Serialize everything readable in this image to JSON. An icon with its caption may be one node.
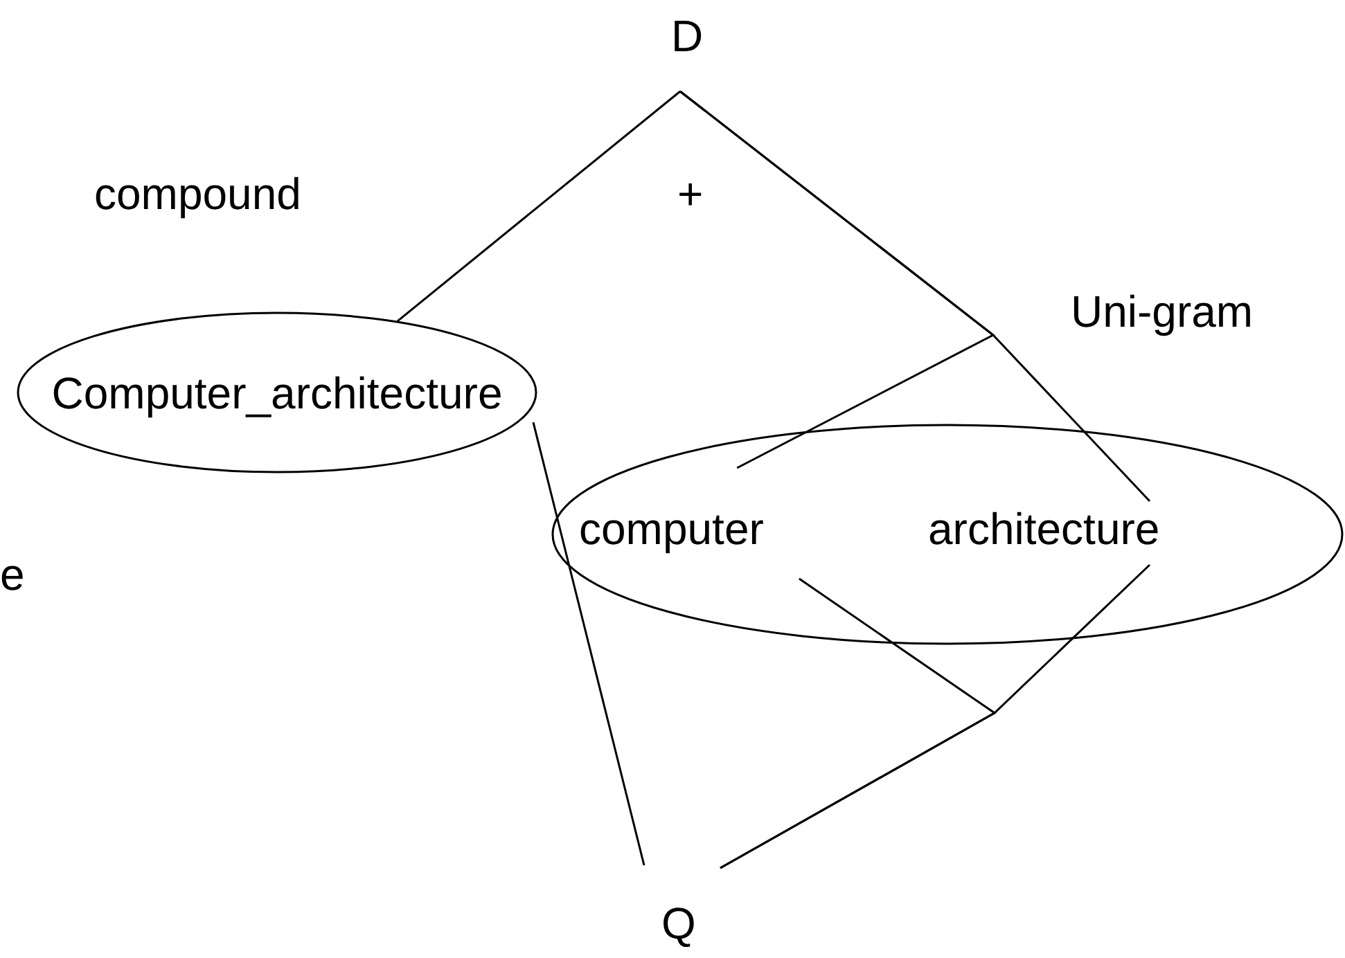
{
  "diagram": {
    "nodes": [
      {
        "text": [
          "D"
        ]
      },
      {
        "text": [
          "Computer_architecture"
        ]
      },
      {
        "text": [],
        "shape": "ellipse"
      },
      {
        "text": [
          "computer"
        ],
        "in": 2
      },
      {
        "text": [
          "architecture"
        ],
        "in": 2
      },
      {
        "text": [
          "Q"
        ]
      }
    ],
    "edges": [
      {
        "from": 0,
        "to": 1,
        "arrow": "none"
      },
      {
        "from": 0,
        "to": 3,
        "arrow": "none"
      },
      {
        "from": 0,
        "to": 4,
        "arrow": "none"
      },
      {
        "from": 1,
        "to": 5,
        "arrow": "none"
      },
      {
        "from": 3,
        "to": 5,
        "arrow": "none"
      },
      {
        "from": 4,
        "to": 5,
        "arrow": "none"
      }
    ],
    "labels": [
      "compound",
      "+",
      "Uni-gram",
      "e"
    ]
  }
}
